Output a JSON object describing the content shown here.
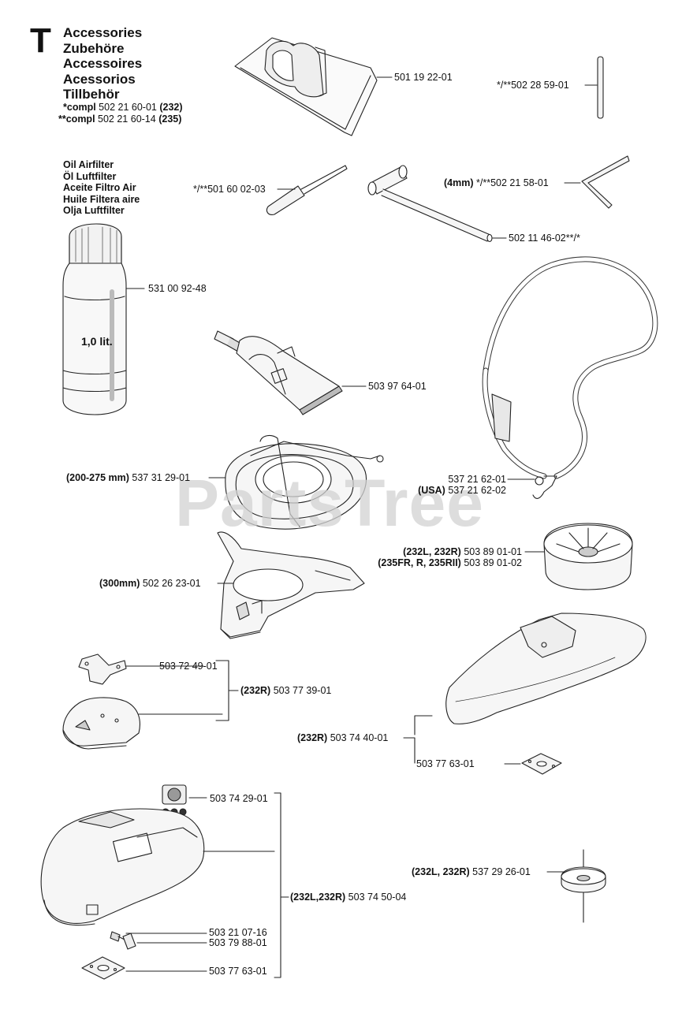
{
  "section": {
    "letter": "T",
    "titles": [
      "Accessories",
      "Zubehöre",
      "Accessoires",
      "Acessorios",
      "Tillbehör"
    ],
    "compl": [
      {
        "mark": "*compl",
        "part": "502 21 60-01",
        "model": "(232)"
      },
      {
        "mark": "**compl",
        "part": "502 21 60-14",
        "model": "(235)"
      }
    ]
  },
  "oil": {
    "labels": [
      "Oil Airfilter",
      "Öl Luftfilter",
      "Aceite Filtro Air",
      "Huile Filtera aire",
      "Olja Luftfilter"
    ],
    "bottle_text": "1,0 lit."
  },
  "watermark": "PartsTree",
  "parts": {
    "bag": {
      "part": "501 19 22-01"
    },
    "pin": {
      "prefix": "*/**",
      "part": "502 28 59-01"
    },
    "screwdriver": {
      "prefix": "*/**",
      "part": "501 60 02-03"
    },
    "socket_wrench": {
      "part": "502 11 46-02",
      "suffix": "**/*"
    },
    "hex_key": {
      "qualifier": "(4mm)",
      "prefix": "*/**",
      "part": "502 21 58-01"
    },
    "oil_bottle": {
      "part": "531 00 92-48"
    },
    "grease_tube": {
      "part": "503 97 64-01"
    },
    "harness": {
      "part": "537 21 62-01",
      "qualifier2": "(USA)",
      "part2": "537 21 62-02"
    },
    "trimmer_guard": {
      "qualifier": "(200-275 mm)",
      "part": "537 31 29-01"
    },
    "blade_guard": {
      "qualifier": "(300mm)",
      "part": "502 26 23-01"
    },
    "support_cup": {
      "qualifier": "(232L, 232R)",
      "part": "503 89 01-01",
      "qualifier2": "(235FR, R, 235RII)",
      "part2": "503 89 01-02"
    },
    "bracket": {
      "part": "503 72 49-01"
    },
    "small_guard_kit": {
      "qualifier": "(232R)",
      "part": "503 77 39-01"
    },
    "large_guard": {
      "qualifier": "(232R)",
      "part": "503 74 40-01"
    },
    "plate_right": {
      "part": "503 77 63-01"
    },
    "decal": {
      "part": "503 74 29-01"
    },
    "guard_kit": {
      "qualifier": "(232L,232R)",
      "part": "503 74 50-04"
    },
    "screw": {
      "part": "503 21 07-16"
    },
    "clamp": {
      "part": "503 79 88-01"
    },
    "plate_bottom": {
      "part": "503 77 63-01"
    },
    "washer": {
      "qualifier": "(232L, 232R)",
      "part": "537 29 26-01"
    }
  }
}
